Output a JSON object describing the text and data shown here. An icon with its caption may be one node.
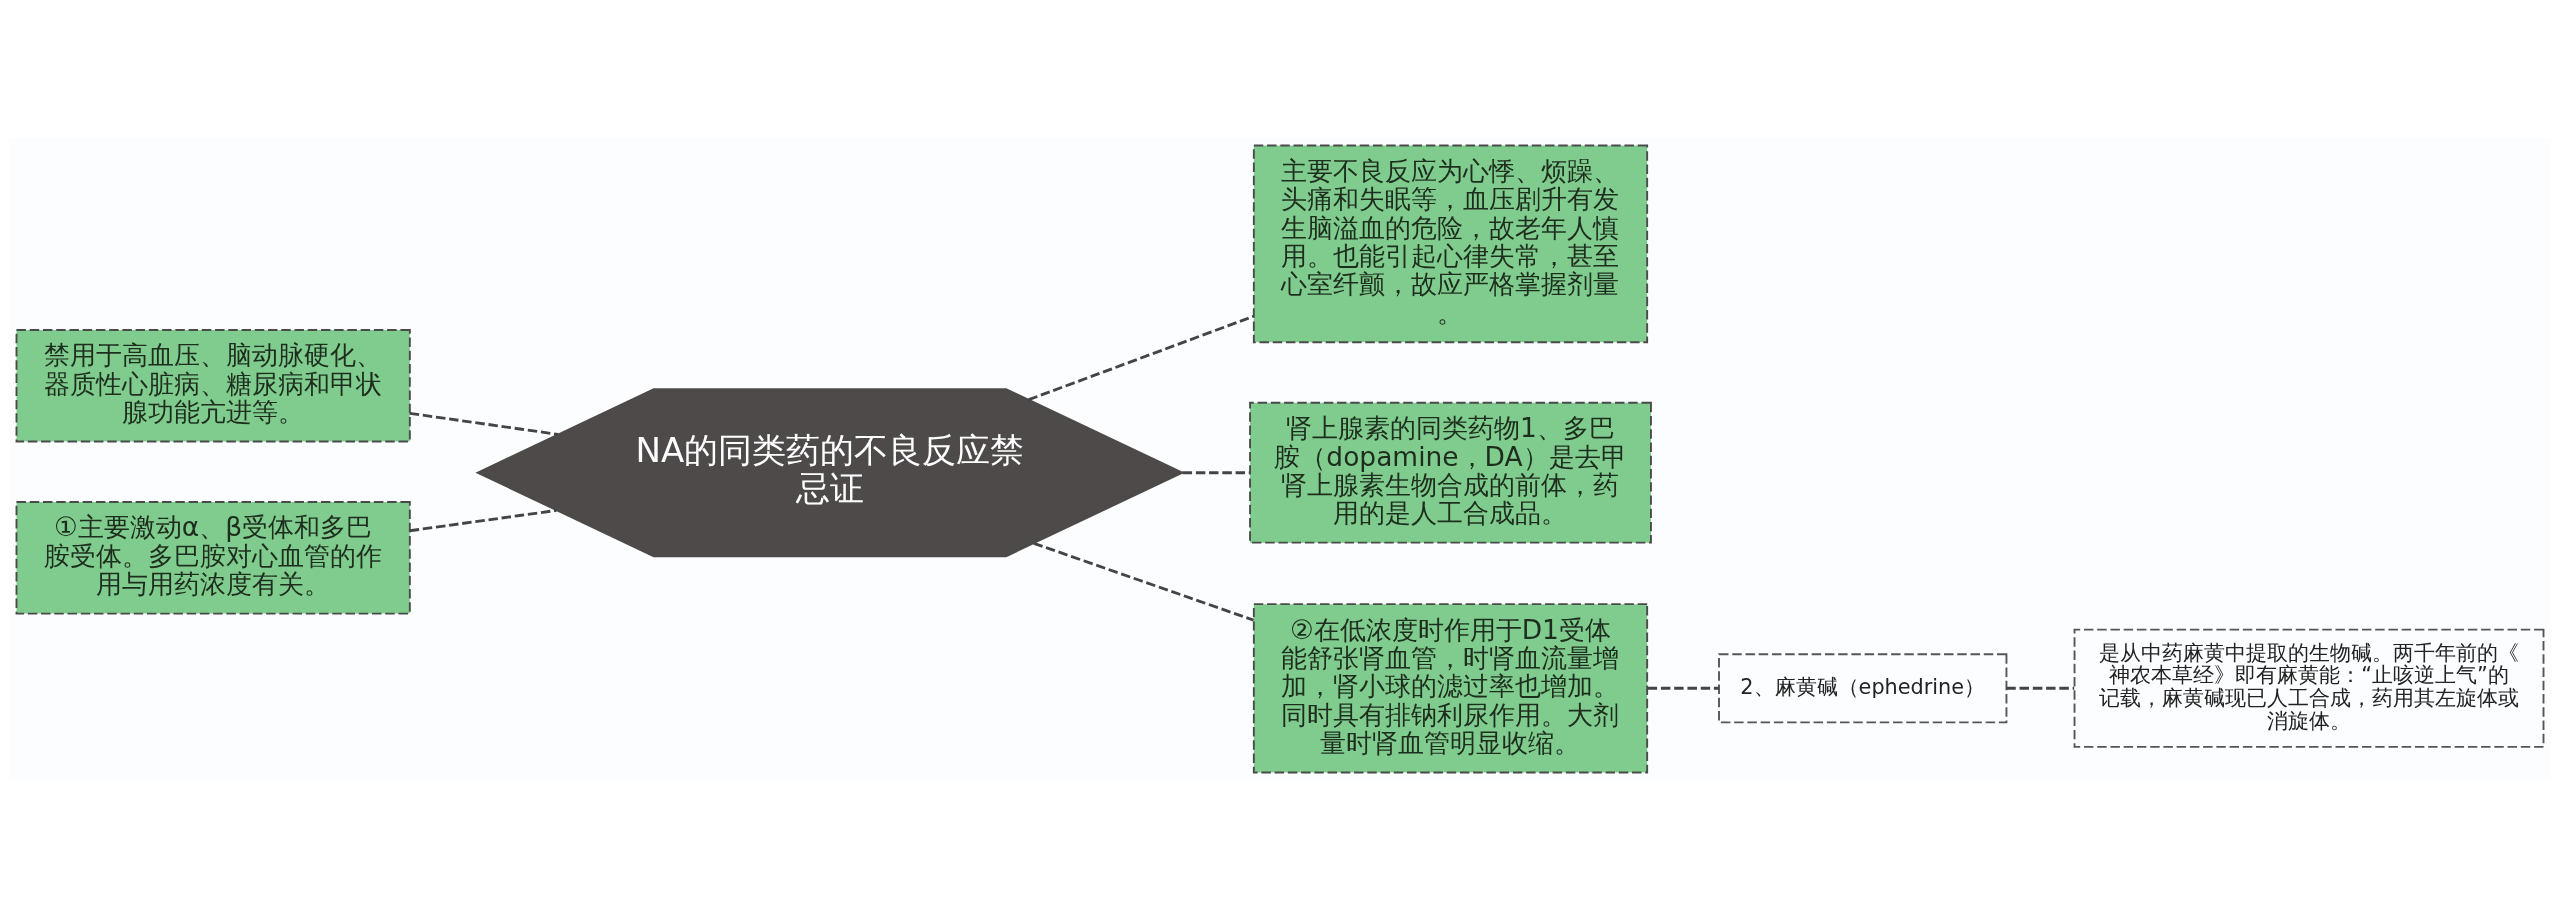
{
  "diagram": {
    "nodes": [
      {
        "text": [
          "禁用于高血压、脑动脉硬化、器质性心脏病、糖尿病和甲状腺功能亢进等。"
        ]
      },
      {
        "text": [
          "①主要激动α、β受体和多巴胺受体。多巴胺对心血管的作用与用药浓度有关。"
        ]
      },
      {
        "text": [
          "NA的同类药的不良反应禁忌证"
        ]
      },
      {
        "text": [
          "主要不良反应为心悸、烦躁、头痛和失眠等，血压剧升有发生脑溢血的危险，故老年人慎用。也能引起心律失常，甚至心室纤颤，故应严格掌握剂量。"
        ]
      },
      {
        "text": [
          "肾上腺素的同类药物1、多巴胺（dopamine，DA）是去甲肾上腺素生物合成的前体，药用的是人工合成品。"
        ]
      },
      {
        "text": [
          "②在低浓度时作用于D1受体能舒张肾血管，时肾血流量增加，肾小球的滤过率也增加。同时具有排钠利尿作用。大剂量时肾血管明显收缩。"
        ]
      },
      {
        "text": [
          "2、麻黄碱（ephedrine）"
        ]
      },
      {
        "text": [
          "是从中药麻黄中提取的生物碱。两千年前的《神农本草经》即有麻黄能：“止咳逆上气”的记载，麻黄碱现已人工合成，药用其左旋体或消旋体。"
        ]
      }
    ],
    "edges": [
      {
        "from": 0,
        "to": 2,
        "arrow": "none",
        "style": "dashed"
      },
      {
        "from": 1,
        "to": 2,
        "arrow": "none",
        "style": "dashed"
      },
      {
        "from": 2,
        "to": 3,
        "arrow": "none",
        "style": "dashed"
      },
      {
        "from": 2,
        "to": 4,
        "arrow": "none",
        "style": "dashed"
      },
      {
        "from": 2,
        "to": 5,
        "arrow": "none",
        "style": "dashed"
      },
      {
        "from": 5,
        "to": 6,
        "arrow": "none",
        "style": "dashed"
      },
      {
        "from": 6,
        "to": 7,
        "arrow": "none",
        "style": "dashed"
      }
    ]
  }
}
